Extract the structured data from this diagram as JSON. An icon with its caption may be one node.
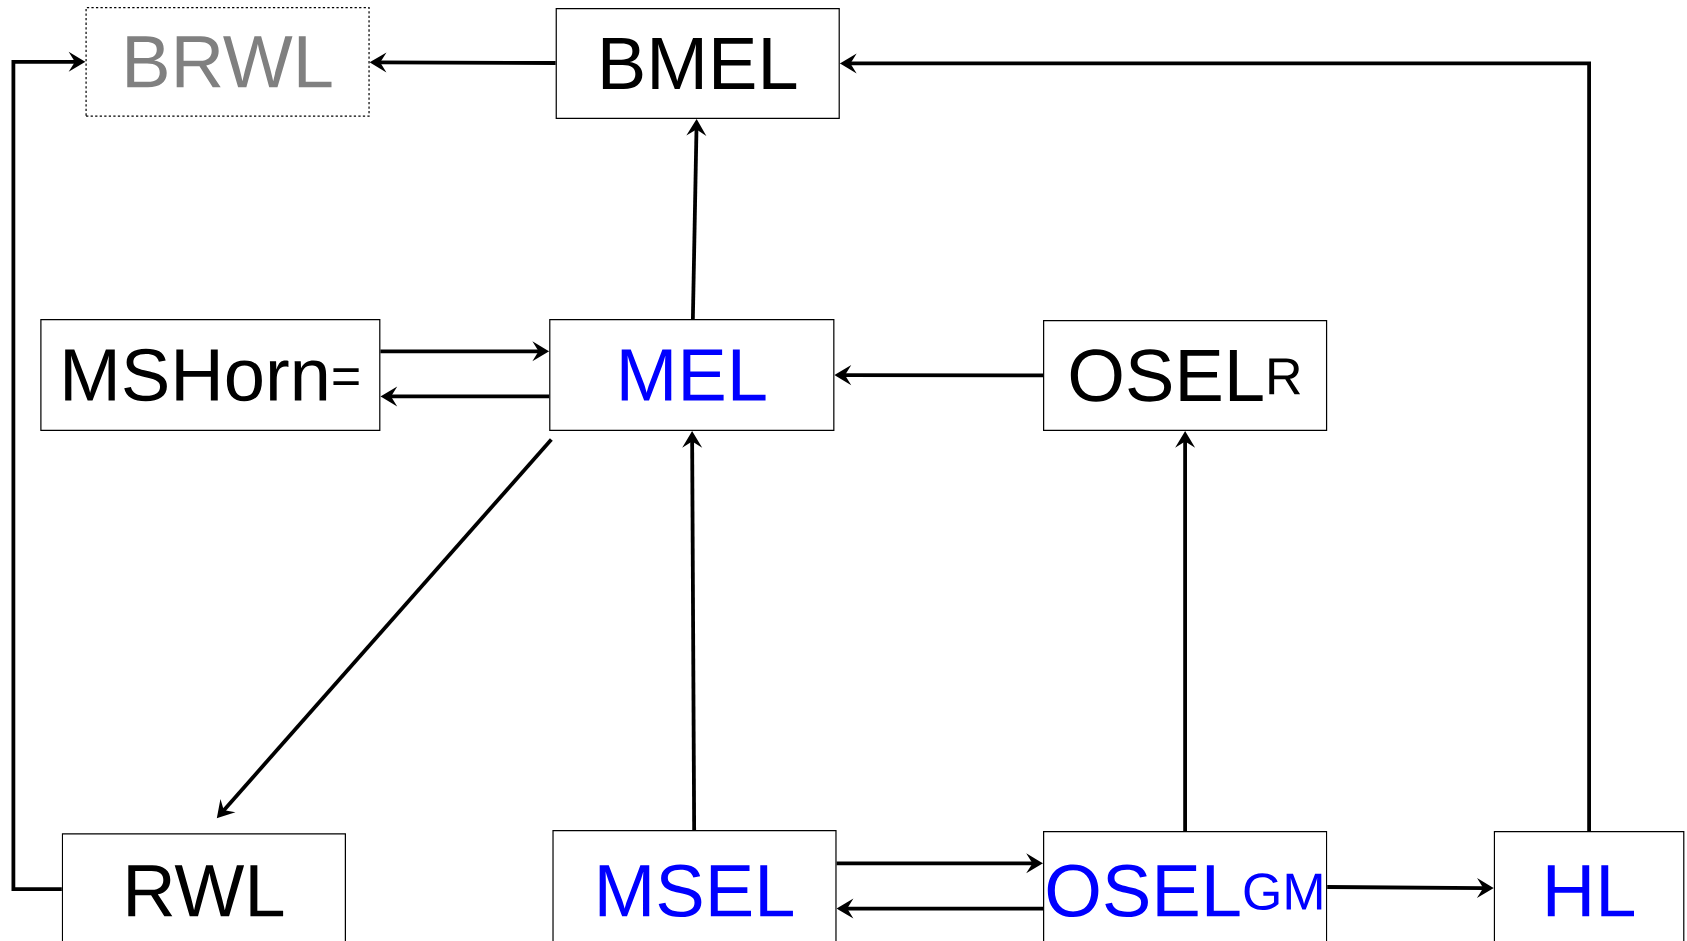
{
  "diagram": {
    "nodes": [
      {
        "text": [
          "BRWL"
        ]
      },
      {
        "text": [
          "BMEL"
        ]
      },
      {
        "text": [
          "MSHorn$^{=}$"
        ]
      },
      {
        "text": [
          "MEL"
        ]
      },
      {
        "text": [
          "OSEL$^{R}$"
        ]
      },
      {
        "text": [
          "RWL"
        ]
      },
      {
        "text": [
          "MSEL"
        ]
      },
      {
        "text": [
          "OSEL$^{GM}$"
        ]
      },
      {
        "text": [
          "HL"
        ]
      }
    ],
    "edges": [
      {
        "from": 1,
        "to": 0,
        "arrow": "to"
      },
      {
        "from": 8,
        "to": 1,
        "arrow": "to"
      },
      {
        "from": 3,
        "to": 1,
        "arrow": "to"
      },
      {
        "from": 2,
        "to": 3,
        "arrow": "to"
      },
      {
        "from": 3,
        "to": 2,
        "arrow": "to"
      },
      {
        "from": 4,
        "to": 3,
        "arrow": "to"
      },
      {
        "from": 3,
        "to": 5,
        "arrow": "to"
      },
      {
        "from": 6,
        "to": 3,
        "arrow": "to"
      },
      {
        "from": 7,
        "to": 4,
        "arrow": "to"
      },
      {
        "from": 6,
        "to": 7,
        "arrow": "to"
      },
      {
        "from": 7,
        "to": 6,
        "arrow": "to"
      },
      {
        "from": 7,
        "to": 8,
        "arrow": "to"
      },
      {
        "from": 5,
        "to": 0,
        "arrow": "to"
      }
    ]
  }
}
